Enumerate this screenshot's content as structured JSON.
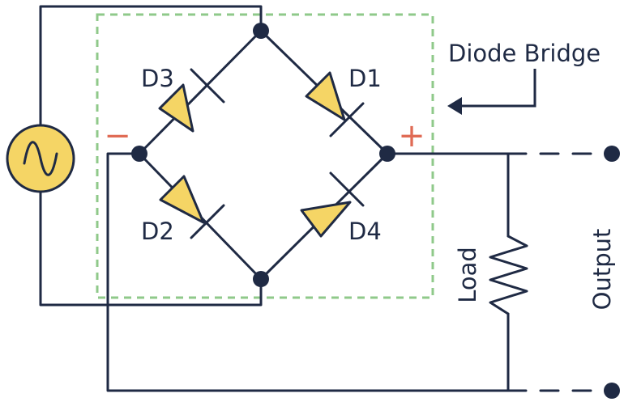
{
  "diagram": {
    "diodes": [
      {
        "id": "d3",
        "label": "D3"
      },
      {
        "id": "d1",
        "label": "D1"
      },
      {
        "id": "d2",
        "label": "D2"
      },
      {
        "id": "d4",
        "label": "D4"
      }
    ],
    "bridge_label": "Diode Bridge",
    "load_label": "Load",
    "output_label": "Output",
    "minus_sign": "−",
    "plus_sign": "+"
  },
  "colors": {
    "wire": "#1f2a44",
    "diode_fill": "#f5d565",
    "source_fill": "#f5d565",
    "bridge_outline": "#8fc98a",
    "terminal_sign": "#e06b55"
  },
  "icons": {
    "source": "ac-source-icon",
    "load": "resistor-icon",
    "arrow": "left-arrow-icon"
  }
}
